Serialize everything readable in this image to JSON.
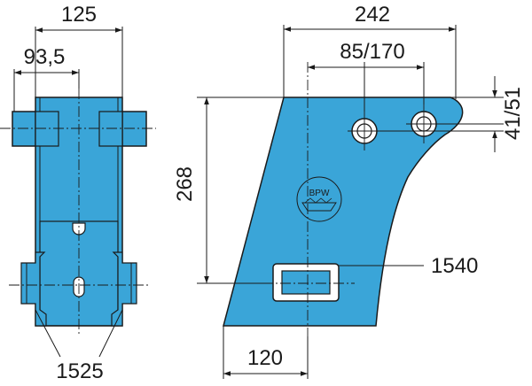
{
  "colors": {
    "part_fill": "#3aa5d8",
    "line": "#1a1a1a",
    "background": "#ffffff"
  },
  "dimensions": {
    "side_total_width": "125",
    "side_offset": "93,5",
    "front_total_width": "242",
    "hole_spacing": "85/170",
    "hole_vertical": "41/51",
    "height": "268",
    "slot_label": "1540",
    "bottom_width": "120",
    "side_part_label": "1525"
  },
  "logo": {
    "letters": "BPW"
  }
}
